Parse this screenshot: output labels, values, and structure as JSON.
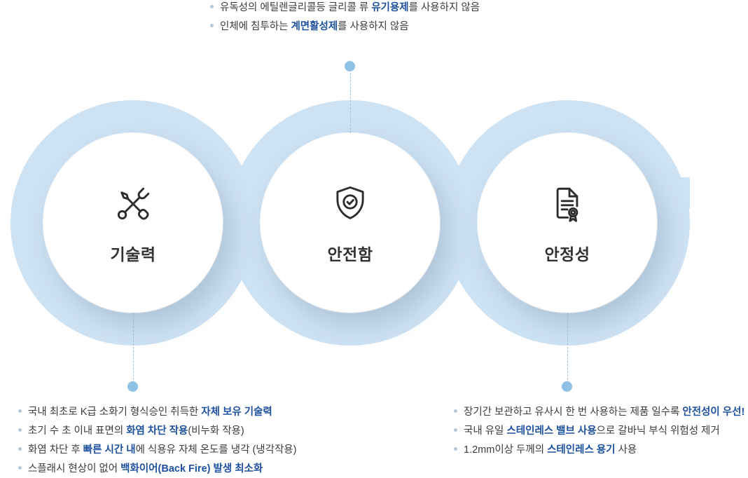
{
  "colors": {
    "ribbon": "#cde2f3",
    "highlight": "#1d509f",
    "body_text": "#3c3c3c",
    "dot": "#8ec1e4",
    "dash": "#9fc2de",
    "bullet": "#b4c7d6",
    "icon_stroke": "#2d2d2d",
    "circle_label": "#333333"
  },
  "features": [
    {
      "label": "기술력",
      "icon": "tools-icon"
    },
    {
      "label": "안전함",
      "icon": "shield-check-icon"
    },
    {
      "label": "안정성",
      "icon": "certificate-icon"
    }
  ],
  "top_notes": {
    "lines": [
      {
        "segments": [
          {
            "t": "유독성의 에틸렌글리콜등 글리콜 류 "
          },
          {
            "t": "유기용제",
            "h": true
          },
          {
            "t": "를 사용하지 않음"
          }
        ]
      },
      {
        "segments": [
          {
            "t": "인체에 침투하는 "
          },
          {
            "t": "계면활성제",
            "h": true
          },
          {
            "t": "를 사용하지 않음"
          }
        ]
      }
    ]
  },
  "bottom_left_notes": {
    "lines": [
      {
        "segments": [
          {
            "t": "국내 최초로 K급 소화기 형식승인 취득한 "
          },
          {
            "t": "자체 보유 기술력",
            "h": true
          }
        ]
      },
      {
        "segments": [
          {
            "t": "초기 수 초 이내 표면의 "
          },
          {
            "t": "화염 차단 작용",
            "h": true
          },
          {
            "t": "(비누화 작용)"
          }
        ]
      },
      {
        "segments": [
          {
            "t": "화염 차단 후 "
          },
          {
            "t": "빠른 시간 내",
            "h": true
          },
          {
            "t": "에 식용유 자체 온도를 냉각 (냉각작용)"
          }
        ]
      },
      {
        "segments": [
          {
            "t": "스플래시 현상이 없어 "
          },
          {
            "t": "백화이어(Back Fire) 발생 최소화",
            "h": true
          }
        ]
      }
    ]
  },
  "bottom_right_notes": {
    "lines": [
      {
        "segments": [
          {
            "t": "장기간 보관하고 유사시 한 번 사용하는 제품 일수록 "
          },
          {
            "t": "안전성이 우선!",
            "h": true
          }
        ]
      },
      {
        "segments": [
          {
            "t": "국내 유일 "
          },
          {
            "t": "스테인레스 밸브 사용",
            "h": true
          },
          {
            "t": "으로 갈바닉 부식 위험성 제거"
          }
        ]
      },
      {
        "segments": [
          {
            "t": "1.2mm이상 두께의 "
          },
          {
            "t": "스테인레스 용기",
            "h": true
          },
          {
            "t": " 사용"
          }
        ]
      }
    ]
  }
}
